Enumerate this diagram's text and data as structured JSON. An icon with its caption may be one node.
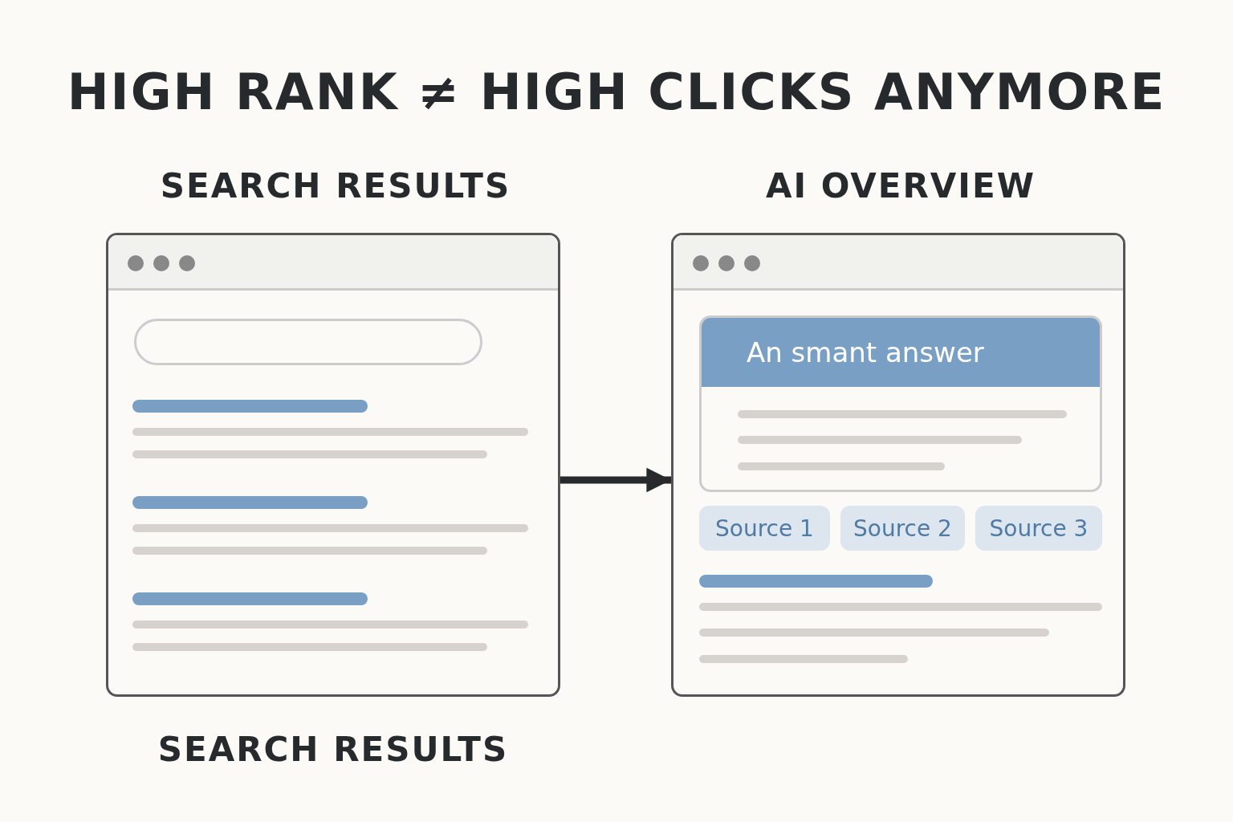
{
  "diagram": {
    "title": "HIGH RANK ≠ HIGH CLICKS ANYMORE",
    "nodes": [
      {
        "text": [
          "SEARCH RESULTS"
        ],
        "beside": [
          "SEARCH RESULTS"
        ]
      },
      {
        "text": [
          "AI OVERVIEW"
        ]
      },
      {
        "text": [
          "An smant answer"
        ],
        "in": 1
      },
      {
        "text": [
          "Source 1"
        ],
        "in": 1
      },
      {
        "text": [
          "Source 2"
        ],
        "in": 1
      },
      {
        "text": [
          "Source 3"
        ],
        "in": 1
      }
    ],
    "edges": [
      {
        "from": 0,
        "to": 1,
        "arrow": "to"
      }
    ]
  }
}
